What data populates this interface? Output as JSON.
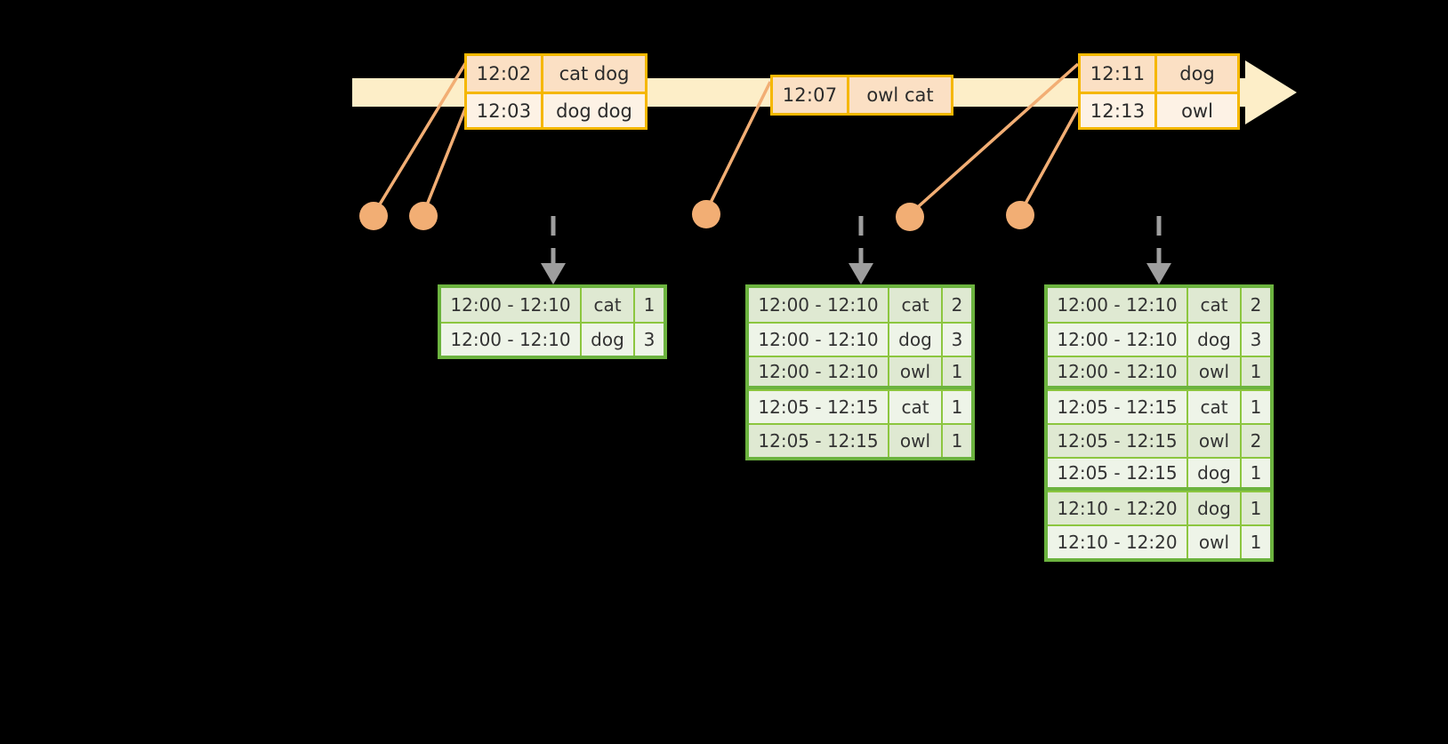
{
  "diagram": {
    "title": "sliding-window-aggregation-diagram",
    "colors": {
      "background": "#000000",
      "timeline_bar": "#fdeec8",
      "timeline_border": "#f5b700",
      "event_box_border": "#f5b700",
      "event_box_fill_dark": "#fbe0c4",
      "event_box_fill_light": "#fdf2e5",
      "dot": "#f2ae74",
      "connector": "#f2ae74",
      "table_border": "#6cb33f",
      "table_grid": "#8cc63f",
      "table_fill_dark": "#dfe9d2",
      "table_fill_light": "#eef4e8",
      "dashed_arrow": "#9e9e9e"
    }
  },
  "timeline": {
    "name": "event-stream-timeline",
    "arrow_direction": "right",
    "event_boxes": [
      {
        "name": "event-box-1",
        "rows": [
          {
            "time": "12:02",
            "value": "cat dog"
          },
          {
            "time": "12:03",
            "value": "dog dog"
          }
        ]
      },
      {
        "name": "event-box-2",
        "rows": [
          {
            "time": "12:07",
            "value": "owl cat"
          }
        ]
      },
      {
        "name": "event-box-3",
        "rows": [
          {
            "time": "12:11",
            "value": "dog"
          },
          {
            "time": "12:13",
            "value": "owl"
          }
        ]
      }
    ],
    "markers": [
      {
        "name": "marker-12-02"
      },
      {
        "name": "marker-12-03"
      },
      {
        "name": "marker-12-07"
      },
      {
        "name": "marker-12-11"
      },
      {
        "name": "marker-12-13"
      }
    ]
  },
  "tables": [
    {
      "name": "result-table-1",
      "rows": [
        {
          "window": "12:00 - 12:10",
          "key": "cat",
          "count": "1",
          "group": 0
        },
        {
          "window": "12:00 - 12:10",
          "key": "dog",
          "count": "3",
          "group": 0
        }
      ]
    },
    {
      "name": "result-table-2",
      "rows": [
        {
          "window": "12:00 - 12:10",
          "key": "cat",
          "count": "2",
          "group": 0
        },
        {
          "window": "12:00 - 12:10",
          "key": "dog",
          "count": "3",
          "group": 0
        },
        {
          "window": "12:00 - 12:10",
          "key": "owl",
          "count": "1",
          "group": 0
        },
        {
          "window": "12:05 - 12:15",
          "key": "cat",
          "count": "1",
          "group": 1
        },
        {
          "window": "12:05 - 12:15",
          "key": "owl",
          "count": "1",
          "group": 1
        }
      ]
    },
    {
      "name": "result-table-3",
      "rows": [
        {
          "window": "12:00 - 12:10",
          "key": "cat",
          "count": "2",
          "group": 0
        },
        {
          "window": "12:00 - 12:10",
          "key": "dog",
          "count": "3",
          "group": 0
        },
        {
          "window": "12:00 - 12:10",
          "key": "owl",
          "count": "1",
          "group": 0
        },
        {
          "window": "12:05 - 12:15",
          "key": "cat",
          "count": "1",
          "group": 1
        },
        {
          "window": "12:05 - 12:15",
          "key": "owl",
          "count": "2",
          "group": 1
        },
        {
          "window": "12:05 - 12:15",
          "key": "dog",
          "count": "1",
          "group": 1
        },
        {
          "window": "12:10 - 12:20",
          "key": "dog",
          "count": "1",
          "group": 2
        },
        {
          "window": "12:10 - 12:20",
          "key": "owl",
          "count": "1",
          "group": 2
        }
      ]
    }
  ]
}
